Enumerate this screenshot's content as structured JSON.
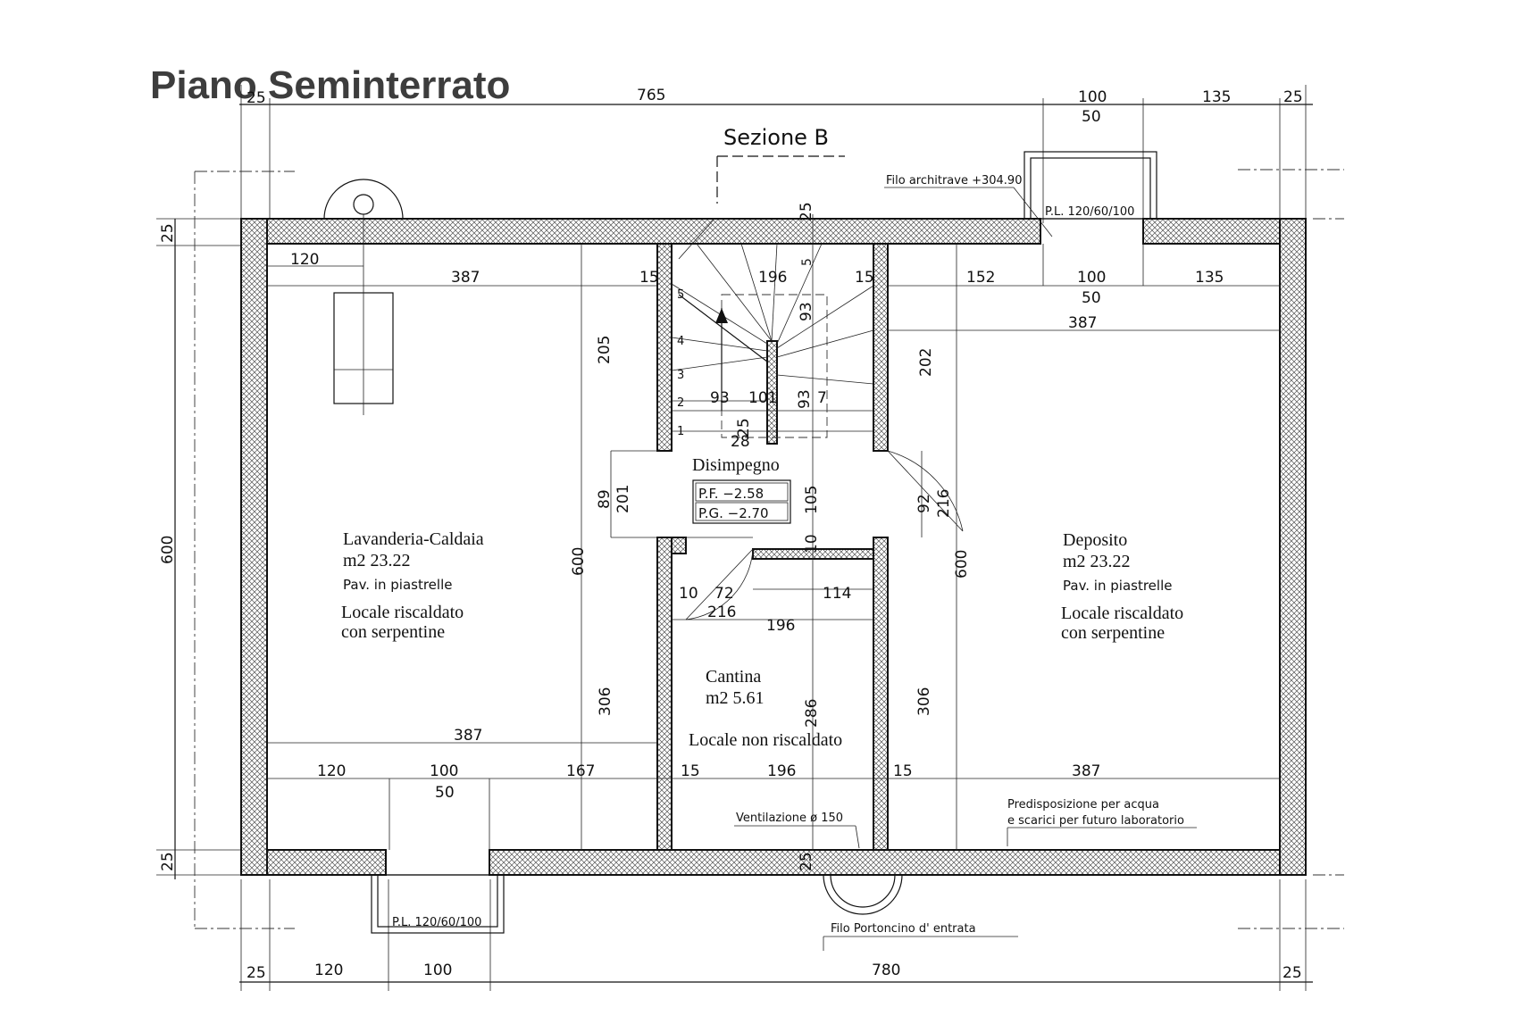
{
  "title": "Piano Seminterrato",
  "section_label": "Sezione B",
  "notes": {
    "architrave": "Filo architrave +304.90",
    "pl_top": "P.L. 120/60/100",
    "pl_bottom": "P.L. 120/60/100",
    "ventilazione": "Ventilazione ø 150",
    "portoncino": "Filo Portoncino d' entrata",
    "predisposizione_1": "Predisposizione per acqua",
    "predisposizione_2": "e scarici per futuro laboratorio"
  },
  "rooms": {
    "lavanderia": {
      "name": "Lavanderia-Caldaia",
      "area": "m2 23.22",
      "floor": "Pav. in piastrelle",
      "heat_1": "Locale riscaldato",
      "heat_2": "con serpentine"
    },
    "deposito": {
      "name": "Deposito",
      "area": "m2 23.22",
      "floor": "Pav. in piastrelle",
      "heat_1": "Locale riscaldato",
      "heat_2": "con serpentine"
    },
    "cantina": {
      "name": "Cantina",
      "area": "m2 5.61",
      "heat": "Locale non riscaldato"
    },
    "disimpegno": {
      "name": "Disimpegno",
      "pf": "P.F. −2.58",
      "pg": "P.G. −2.70"
    }
  },
  "stair_steps": [
    "1",
    "2",
    "3",
    "4",
    "5"
  ],
  "dimensions": {
    "top_outer": [
      "25",
      "765",
      "100",
      "50",
      "135",
      "25"
    ],
    "top_inner": [
      "120",
      "387",
      "15",
      "196",
      "15",
      "152",
      "100",
      "50",
      "135",
      "387"
    ],
    "stair": [
      "5",
      "93",
      "93",
      "10",
      "101",
      "93",
      "7",
      "28",
      "25"
    ],
    "middle": [
      "205",
      "202",
      "89",
      "201",
      "105",
      "10",
      "92",
      "216",
      "600",
      "600",
      "600"
    ],
    "cantina": [
      "10",
      "72",
      "216",
      "114",
      "196",
      "306",
      "286",
      "306"
    ],
    "bottom_inner": [
      "387",
      "120",
      "100",
      "50",
      "167",
      "15",
      "196",
      "15",
      "387"
    ],
    "bottom_outer": [
      "25",
      "120",
      "100",
      "780",
      "25"
    ],
    "left": [
      "25",
      "25"
    ]
  }
}
